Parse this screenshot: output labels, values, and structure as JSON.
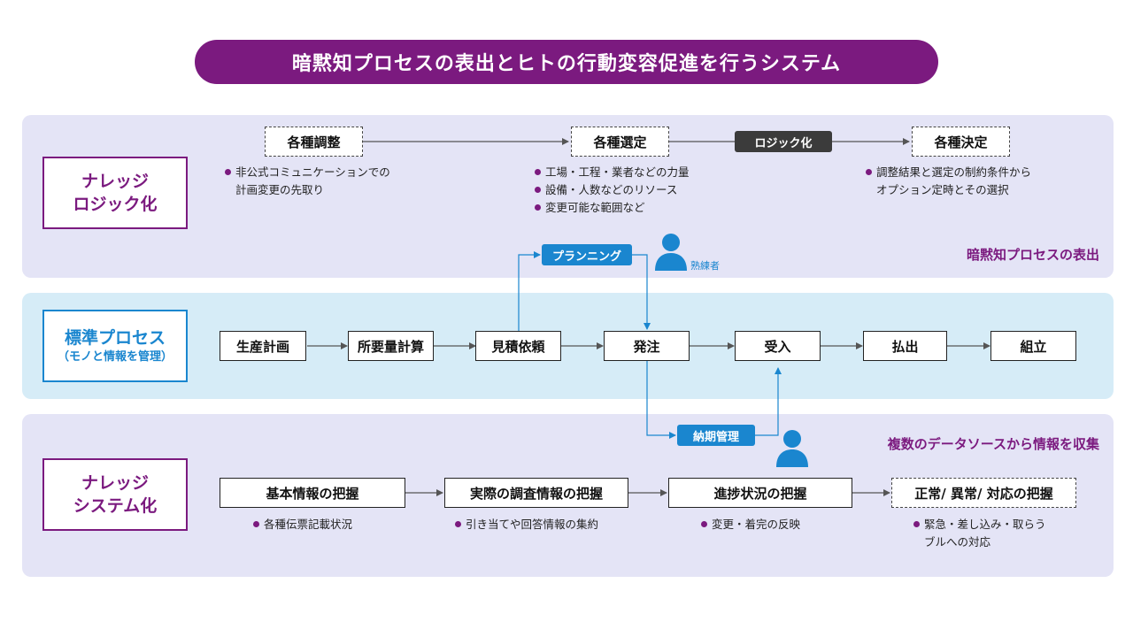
{
  "title": "暗黙知プロセスの表出とヒトの行動変容促進を行うシステム",
  "colors": {
    "accent": "#7b1a7f",
    "blue": "#1a86cf",
    "band_light": "#e4e4f6",
    "band_blue": "#d6ecf7"
  },
  "top": {
    "label_line1": "ナレッジ",
    "label_line2": "ロジック化",
    "node1": "各種調整",
    "node2": "各種選定",
    "node3": "各種決定",
    "tag": "ロジック化",
    "bullets1": [
      "非公式コミュニケーションでの",
      "計画変更の先取り"
    ],
    "bullets2": [
      "工場・工程・業者などの力量",
      "設備・人数などのリソース",
      "変更可能な範囲など"
    ],
    "bullets3": [
      "調整結果と選定の制約条件から",
      "オプション定時とその選択"
    ],
    "caption": "暗黙知プロセスの表出"
  },
  "middle": {
    "label_line1": "標準プロセス",
    "label_line2": "（モノと情報を管理）",
    "steps": [
      "生産計画",
      "所要量計算",
      "見積依頼",
      "発注",
      "受入",
      "払出",
      "組立"
    ],
    "planning_tag": "プランニング",
    "expert_label": "熟練者",
    "delivery_tag": "納期管理",
    "person_icon": "person-icon"
  },
  "bottom": {
    "label_line1": "ナレッジ",
    "label_line2": "システム化",
    "node1": "基本情報の把握",
    "node2": "実際の調査情報の把握",
    "node3": "進捗状況の把握",
    "node4": "正常/ 異常/ 対応の把握",
    "bullets1": [
      "各種伝票記載状況"
    ],
    "bullets2": [
      "引き当てや回答情報の集約"
    ],
    "bullets3": [
      "変更・着完の反映"
    ],
    "bullets4": [
      "緊急・差し込み・取らう",
      "ブルへの対応"
    ],
    "caption": "複数のデータソースから情報を収集"
  }
}
